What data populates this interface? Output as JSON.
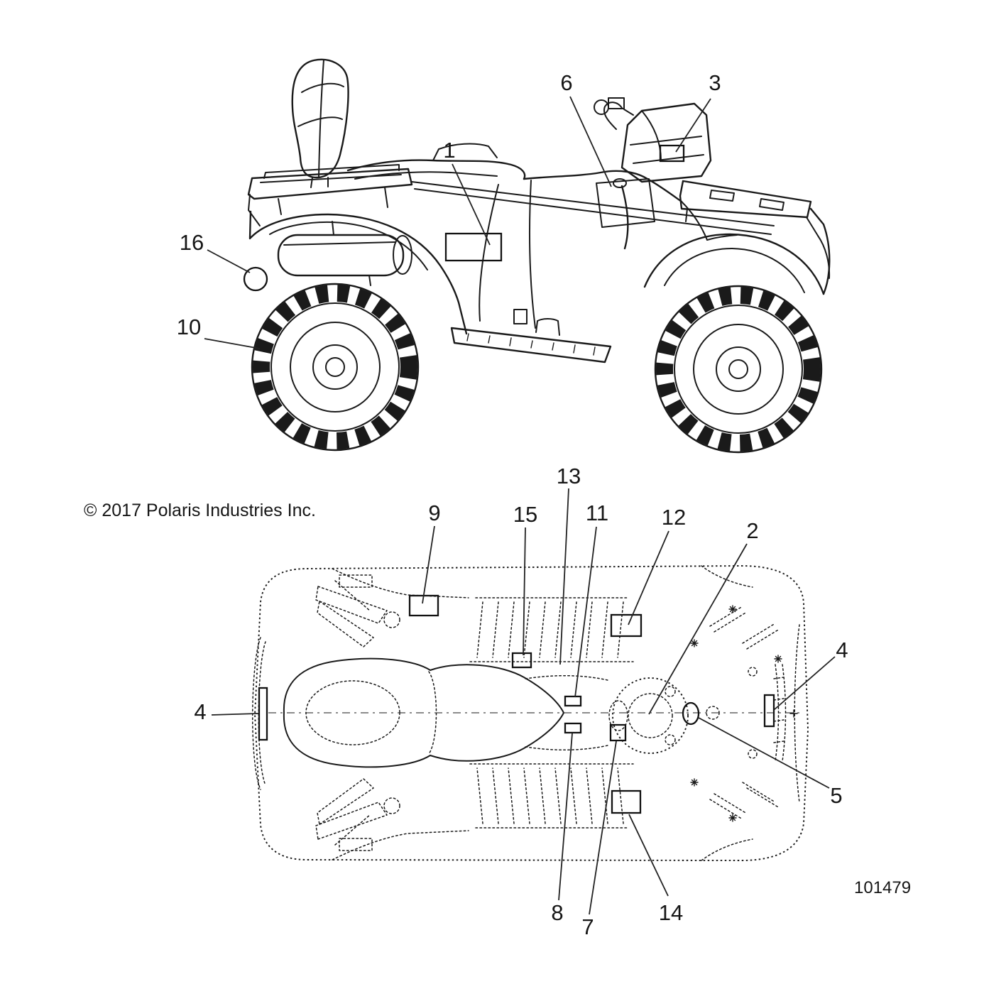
{
  "document": {
    "copyright": "© 2017 Polaris Industries Inc.",
    "figure_number": "101479"
  },
  "colors": {
    "line": "#1a1a1a",
    "background": "#ffffff"
  },
  "views": {
    "side": {
      "description": "ATV right-side view with decal locations"
    },
    "bottom": {
      "description": "ATV underside view with decal locations"
    }
  },
  "callouts": {
    "side": [
      {
        "ref": "1"
      },
      {
        "ref": "3"
      },
      {
        "ref": "6"
      },
      {
        "ref": "10"
      },
      {
        "ref": "16"
      }
    ],
    "bottom": [
      {
        "ref": "2"
      },
      {
        "ref": "4"
      },
      {
        "ref": "4"
      },
      {
        "ref": "5"
      },
      {
        "ref": "7"
      },
      {
        "ref": "8"
      },
      {
        "ref": "9"
      },
      {
        "ref": "11"
      },
      {
        "ref": "12"
      },
      {
        "ref": "13"
      },
      {
        "ref": "14"
      },
      {
        "ref": "15"
      }
    ]
  }
}
